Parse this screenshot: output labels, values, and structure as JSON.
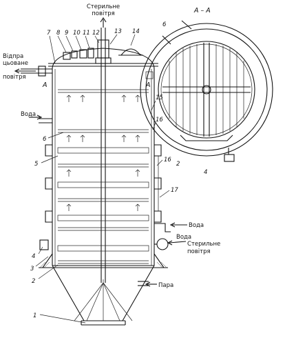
{
  "labels": {
    "sterile_air_top": [
      "Стерильне",
      "повітря"
    ],
    "exhaust_air": [
      "Відпра",
      "цьоване",
      "повітря"
    ],
    "water_upper": "Вода",
    "water_lower": "Вода",
    "water_right": "Вода",
    "sterile_air_right": [
      "Стерильне",
      "повітря"
    ],
    "steam": "Пара",
    "section": "А – А",
    "section_mark_a1": "А",
    "section_mark_a2": "А"
  },
  "part_numbers": {
    "top_row": [
      "7",
      "8",
      "9",
      "10",
      "11",
      "12",
      "13",
      "14"
    ],
    "left": [
      "6",
      "5",
      "4",
      "3",
      "2",
      "1"
    ],
    "right": [
      "15",
      "16",
      "16",
      "17"
    ],
    "section": [
      "6",
      "2",
      "4"
    ]
  }
}
